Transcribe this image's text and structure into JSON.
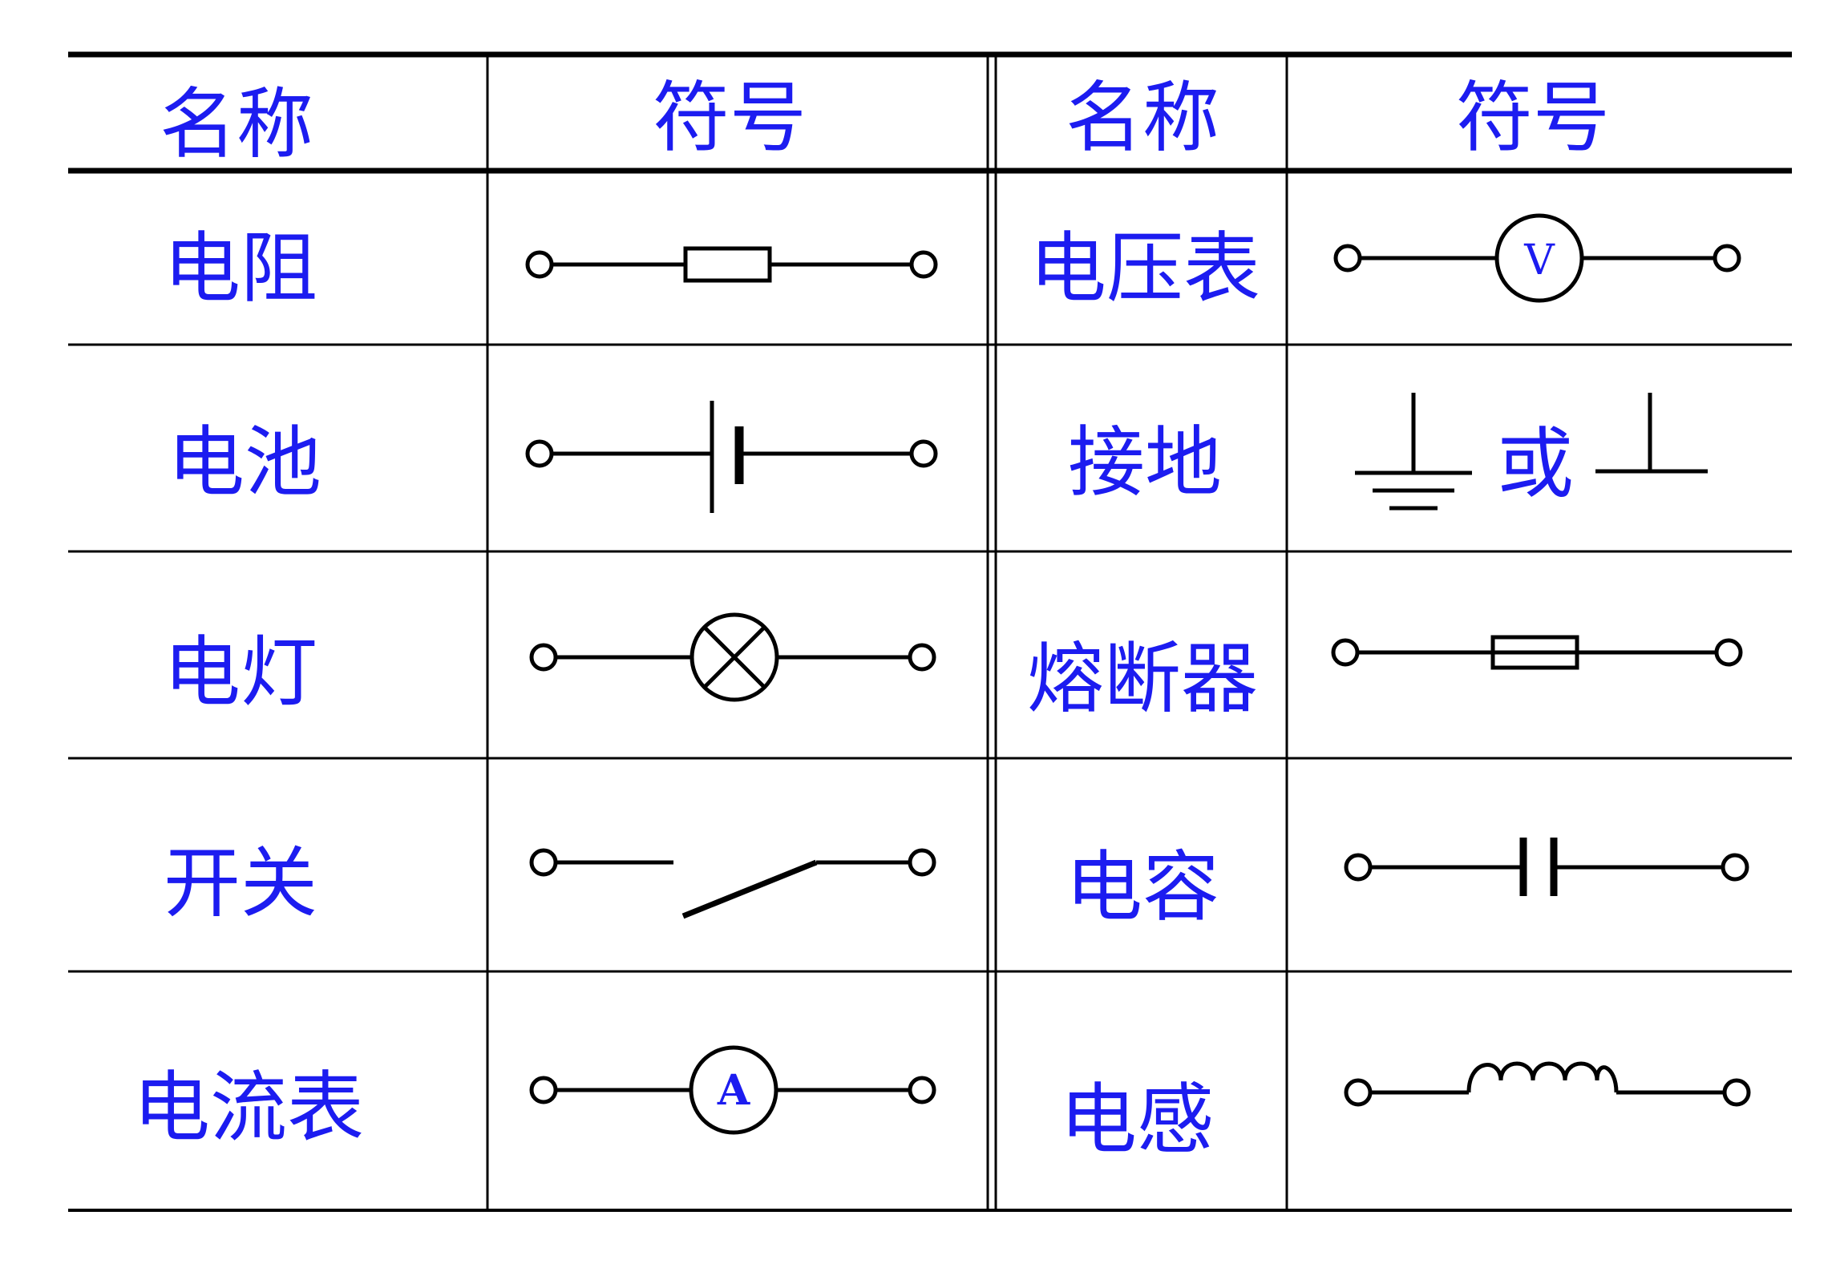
{
  "header": {
    "left_name": "名称",
    "left_symbol": "符号",
    "right_name": "名称",
    "right_symbol": "符号"
  },
  "left_rows": [
    {
      "name": "电阻",
      "symbol": "resistor-symbol"
    },
    {
      "name": "电池",
      "symbol": "battery-symbol"
    },
    {
      "name": "电灯",
      "symbol": "lamp-symbol"
    },
    {
      "name": "开关",
      "symbol": "switch-symbol"
    },
    {
      "name": "电流表",
      "symbol": "ammeter-symbol",
      "letter": "A"
    }
  ],
  "right_rows": [
    {
      "name": "电压表",
      "symbol": "voltmeter-symbol",
      "letter": "V"
    },
    {
      "name": "接地",
      "symbol": "ground-symbol",
      "or_text": "或"
    },
    {
      "name": "熔断器",
      "symbol": "fuse-symbol"
    },
    {
      "name": "电容",
      "symbol": "capacitor-symbol"
    },
    {
      "name": "电感",
      "symbol": "inductor-symbol"
    }
  ],
  "colors": {
    "text": "#1c1cf0",
    "lines": "#000000"
  }
}
